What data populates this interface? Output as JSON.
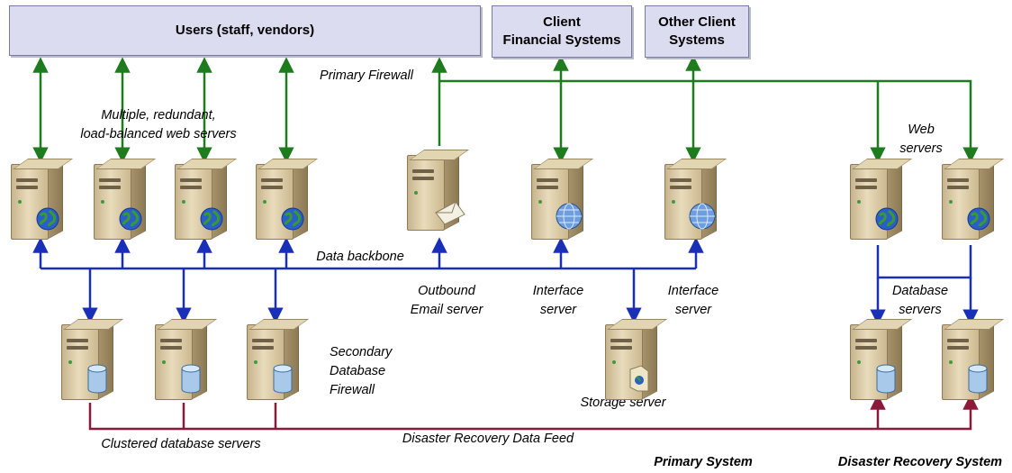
{
  "boxes": {
    "users": "Users (staff, vendors)",
    "client_financial": "Client\nFinancial Systems",
    "other_client": "Other Client\nSystems"
  },
  "labels": {
    "primary_firewall": "Primary Firewall",
    "web_servers_primary": "Multiple, redundant,\nload-balanced web servers",
    "web_servers_dr": "Web\nservers",
    "data_backbone": "Data backbone",
    "outbound_email": "Outbound\nEmail server",
    "interface_server_1": "Interface\nserver",
    "interface_server_2": "Interface\nserver",
    "database_servers_dr": "Database\nservers",
    "secondary_firewall": "Secondary\nDatabase\nFirewall",
    "storage_server": "Storage server",
    "clustered_db": "Clustered database servers",
    "dr_data_feed": "Disaster Recovery Data Feed",
    "primary_system": "Primary System",
    "dr_system": "Disaster Recovery System"
  },
  "colors": {
    "firewall_line": "#1e7b1e",
    "backbone_line": "#1a2fb8",
    "dr_feed_line": "#8b1a3a",
    "box_fill": "#dcdcf0"
  },
  "servers": [
    {
      "name": "web-server-1",
      "overlay": "globe-icon"
    },
    {
      "name": "web-server-2",
      "overlay": "globe-icon"
    },
    {
      "name": "web-server-3",
      "overlay": "globe-icon"
    },
    {
      "name": "web-server-4",
      "overlay": "globe-icon"
    },
    {
      "name": "outbound-email-server",
      "overlay": "envelope-icon"
    },
    {
      "name": "interface-server-1",
      "overlay": "wireframe-globe-icon"
    },
    {
      "name": "interface-server-2",
      "overlay": "wireframe-globe-icon"
    },
    {
      "name": "dr-web-server-1",
      "overlay": "globe-icon"
    },
    {
      "name": "dr-web-server-2",
      "overlay": "globe-icon"
    },
    {
      "name": "db-server-1",
      "overlay": "database-icon"
    },
    {
      "name": "db-server-2",
      "overlay": "database-icon"
    },
    {
      "name": "db-server-3",
      "overlay": "database-icon"
    },
    {
      "name": "storage-server",
      "overlay": "storage-icon"
    },
    {
      "name": "dr-db-server-1",
      "overlay": "database-icon"
    },
    {
      "name": "dr-db-server-2",
      "overlay": "database-icon"
    }
  ]
}
